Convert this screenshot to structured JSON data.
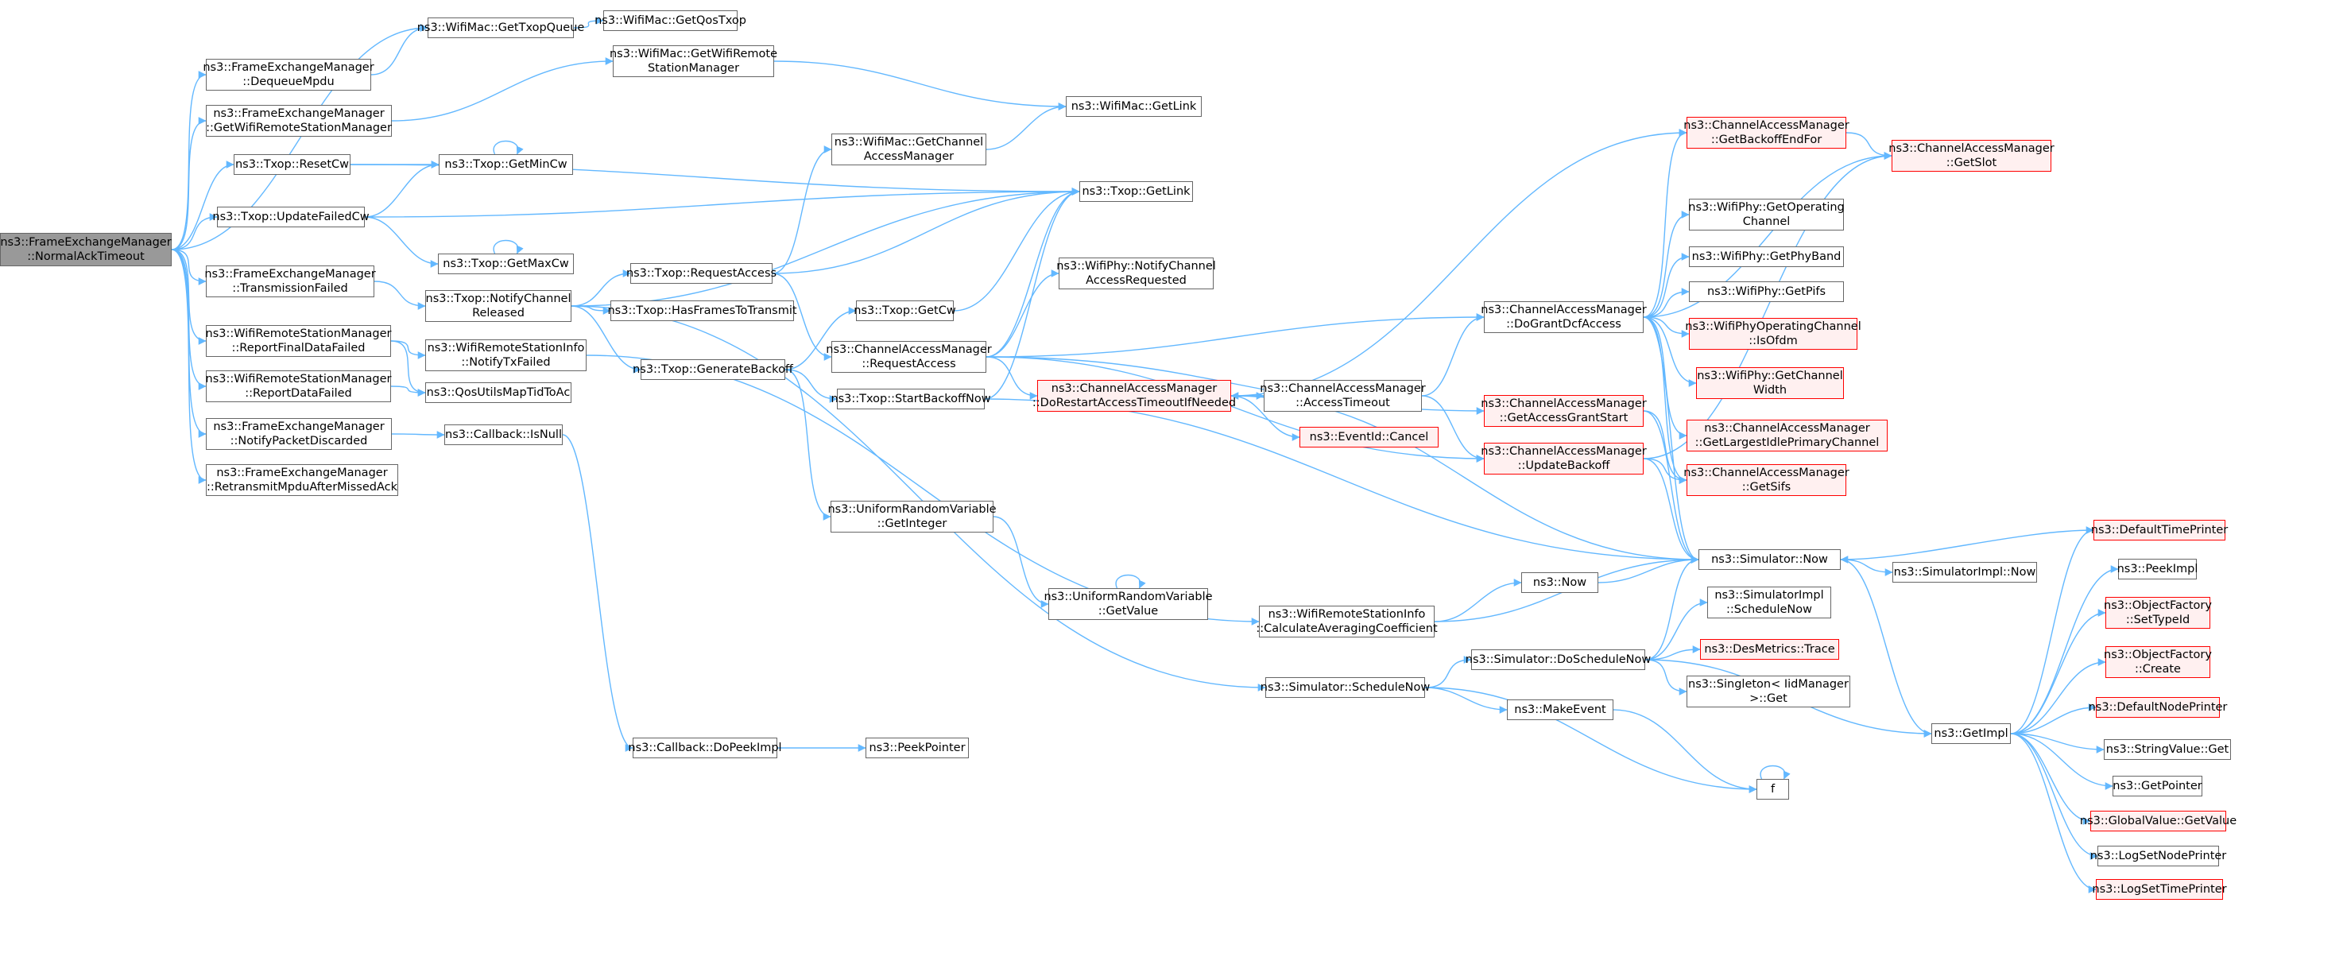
{
  "diagram": {
    "type": "call-graph",
    "edge_color": "#63b8ff",
    "node_border": "#666666",
    "root_fill": "#999999",
    "truncated_border": "#ff0000",
    "truncated_fill": "#fff0f0",
    "nodes": [
      {
        "id": "root",
        "lines": [
          "ns3::FrameExchangeManager",
          "::NormalAckTimeout"
        ],
        "root": true
      },
      {
        "id": "getTxopQueue",
        "lines": [
          "ns3::WifiMac::GetTxopQueue"
        ]
      },
      {
        "id": "getQosTxop",
        "lines": [
          "ns3::WifiMac::GetQosTxop"
        ]
      },
      {
        "id": "dequeueMpdu",
        "lines": [
          "ns3::FrameExchangeManager",
          "::DequeueMpdu"
        ]
      },
      {
        "id": "getWRSM",
        "lines": [
          "ns3::WifiMac::GetWifiRemote",
          "StationManager"
        ]
      },
      {
        "id": "fxGetWRSM",
        "lines": [
          "ns3::FrameExchangeManager",
          "::GetWifiRemoteStationManager"
        ]
      },
      {
        "id": "getLinkMac",
        "lines": [
          "ns3::WifiMac::GetLink"
        ]
      },
      {
        "id": "resetCw",
        "lines": [
          "ns3::Txop::ResetCw"
        ]
      },
      {
        "id": "getMinCw",
        "lines": [
          "ns3::Txop::GetMinCw"
        ]
      },
      {
        "id": "getChannelAM",
        "lines": [
          "ns3::WifiMac::GetChannel",
          "AccessManager"
        ]
      },
      {
        "id": "updateFailedCw",
        "lines": [
          "ns3::Txop::UpdateFailedCw"
        ]
      },
      {
        "id": "txopGetLink",
        "lines": [
          "ns3::Txop::GetLink"
        ]
      },
      {
        "id": "getMaxCw",
        "lines": [
          "ns3::Txop::GetMaxCw"
        ]
      },
      {
        "id": "transmissionFailed",
        "lines": [
          "ns3::FrameExchangeManager",
          "::TransmissionFailed"
        ]
      },
      {
        "id": "notifyChannelReleased",
        "lines": [
          "ns3::Txop::NotifyChannel",
          "Released"
        ]
      },
      {
        "id": "requestAccess",
        "lines": [
          "ns3::Txop::RequestAccess"
        ]
      },
      {
        "id": "hasFrames",
        "lines": [
          "ns3::Txop::HasFramesToTransmit"
        ]
      },
      {
        "id": "getCw",
        "lines": [
          "ns3::Txop::GetCw"
        ]
      },
      {
        "id": "notifyChannelAR",
        "lines": [
          "ns3::WifiPhy::NotifyChannel",
          "AccessRequested"
        ]
      },
      {
        "id": "reportFinalDataFailed",
        "lines": [
          "ns3::WifiRemoteStationManager",
          "::ReportFinalDataFailed"
        ]
      },
      {
        "id": "notifyTxFailed",
        "lines": [
          "ns3::WifiRemoteStationInfo",
          "::NotifyTxFailed"
        ]
      },
      {
        "id": "camRequestAccess",
        "lines": [
          "ns3::ChannelAccessManager",
          "::RequestAccess"
        ]
      },
      {
        "id": "generateBackoff",
        "lines": [
          "ns3::Txop::GenerateBackoff"
        ]
      },
      {
        "id": "reportDataFailed",
        "lines": [
          "ns3::WifiRemoteStationManager",
          "::ReportDataFailed"
        ]
      },
      {
        "id": "qosUtils",
        "lines": [
          "ns3::QosUtilsMapTidToAc"
        ]
      },
      {
        "id": "startBackoffNow",
        "lines": [
          "ns3::Txop::StartBackoffNow"
        ]
      },
      {
        "id": "notifyPacketDiscarded",
        "lines": [
          "ns3::FrameExchangeManager",
          "::NotifyPacketDiscarded"
        ]
      },
      {
        "id": "cbIsNull",
        "lines": [
          "ns3::Callback::IsNull"
        ]
      },
      {
        "id": "retransmit",
        "lines": [
          "ns3::FrameExchangeManager",
          "::RetransmitMpduAfterMissedAck"
        ]
      },
      {
        "id": "doRestart",
        "lines": [
          "ns3::ChannelAccessManager",
          "::DoRestartAccessTimeoutIfNeeded"
        ],
        "truncated": true
      },
      {
        "id": "accessTimeout",
        "lines": [
          "ns3::ChannelAccessManager",
          "::AccessTimeout"
        ]
      },
      {
        "id": "doGrantDcf",
        "lines": [
          "ns3::ChannelAccessManager",
          "::DoGrantDcfAccess"
        ]
      },
      {
        "id": "eventCancel",
        "lines": [
          "ns3::EventId::Cancel"
        ],
        "truncated": true
      },
      {
        "id": "getAccessGrantStart",
        "lines": [
          "ns3::ChannelAccessManager",
          "::GetAccessGrantStart"
        ],
        "truncated": true
      },
      {
        "id": "updateBackoff",
        "lines": [
          "ns3::ChannelAccessManager",
          "::UpdateBackoff"
        ],
        "truncated": true
      },
      {
        "id": "getBackoffEndFor",
        "lines": [
          "ns3::ChannelAccessManager",
          "::GetBackoffEndFor"
        ],
        "truncated": true
      },
      {
        "id": "getSlot",
        "lines": [
          "ns3::ChannelAccessManager",
          "::GetSlot"
        ],
        "truncated": true
      },
      {
        "id": "getOperatingChannel",
        "lines": [
          "ns3::WifiPhy::GetOperating",
          "Channel"
        ]
      },
      {
        "id": "getPhyBand",
        "lines": [
          "ns3::WifiPhy::GetPhyBand"
        ]
      },
      {
        "id": "getPifs",
        "lines": [
          "ns3::WifiPhy::GetPifs"
        ]
      },
      {
        "id": "isOfdm",
        "lines": [
          "ns3::WifiPhyOperatingChannel",
          "::IsOfdm"
        ],
        "truncated": true
      },
      {
        "id": "getChannelWidth",
        "lines": [
          "ns3::WifiPhy::GetChannel",
          "Width"
        ],
        "truncated": true
      },
      {
        "id": "getLargestIdle",
        "lines": [
          "ns3::ChannelAccessManager",
          "::GetLargestIdlePrimaryChannel"
        ],
        "truncated": true
      },
      {
        "id": "getSifs",
        "lines": [
          "ns3::ChannelAccessManager",
          "::GetSifs"
        ],
        "truncated": true
      },
      {
        "id": "simNow",
        "lines": [
          "ns3::Simulator::Now"
        ]
      },
      {
        "id": "defaultTimePrinter",
        "lines": [
          "ns3::DefaultTimePrinter"
        ],
        "truncated": true
      },
      {
        "id": "simImplNow",
        "lines": [
          "ns3::SimulatorImpl::Now"
        ]
      },
      {
        "id": "peekImpl",
        "lines": [
          "ns3::PeekImpl"
        ]
      },
      {
        "id": "uniformGetInteger",
        "lines": [
          "ns3::UniformRandomVariable",
          "::GetInteger"
        ]
      },
      {
        "id": "uniformGetValue",
        "lines": [
          "ns3::UniformRandomVariable",
          "::GetValue"
        ]
      },
      {
        "id": "ns3Now",
        "lines": [
          "ns3::Now"
        ]
      },
      {
        "id": "calcAvg",
        "lines": [
          "ns3::WifiRemoteStationInfo",
          "::CalculateAveragingCoefficient"
        ]
      },
      {
        "id": "simImplScheduleNow",
        "lines": [
          "ns3::SimulatorImpl",
          "::ScheduleNow"
        ]
      },
      {
        "id": "setTypeId",
        "lines": [
          "ns3::ObjectFactory",
          "::SetTypeId"
        ],
        "truncated": true
      },
      {
        "id": "doScheduleNow",
        "lines": [
          "ns3::Simulator::DoScheduleNow"
        ]
      },
      {
        "id": "desMetrics",
        "lines": [
          "ns3::DesMetrics::Trace"
        ],
        "truncated": true
      },
      {
        "id": "ofCreate",
        "lines": [
          "ns3::ObjectFactory",
          "::Create"
        ],
        "truncated": true
      },
      {
        "id": "simScheduleNow",
        "lines": [
          "ns3::Simulator::ScheduleNow"
        ]
      },
      {
        "id": "singleton",
        "lines": [
          "ns3::Singleton< IidManager",
          ">::Get"
        ]
      },
      {
        "id": "defaultNodePrinter",
        "lines": [
          "ns3::DefaultNodePrinter"
        ],
        "truncated": true
      },
      {
        "id": "makeEvent",
        "lines": [
          "ns3::MakeEvent"
        ]
      },
      {
        "id": "cbDoPeekImpl",
        "lines": [
          "ns3::Callback::DoPeekImpl"
        ]
      },
      {
        "id": "peekPointer",
        "lines": [
          "ns3::PeekPointer"
        ]
      },
      {
        "id": "getImpl",
        "lines": [
          "ns3::GetImpl"
        ]
      },
      {
        "id": "stringValueGet",
        "lines": [
          "ns3::StringValue::Get"
        ]
      },
      {
        "id": "getPointer",
        "lines": [
          "ns3::GetPointer"
        ]
      },
      {
        "id": "f",
        "lines": [
          "f"
        ]
      },
      {
        "id": "globalValueGetValue",
        "lines": [
          "ns3::GlobalValue::GetValue"
        ],
        "truncated": true
      },
      {
        "id": "logSetNodePrinter",
        "lines": [
          "ns3::LogSetNodePrinter"
        ]
      },
      {
        "id": "logSetTimePrinter",
        "lines": [
          "ns3::LogSetTimePrinter"
        ],
        "truncated": true
      }
    ],
    "edges": [
      [
        "root",
        "getTxopQueue"
      ],
      [
        "root",
        "dequeueMpdu"
      ],
      [
        "root",
        "fxGetWRSM"
      ],
      [
        "root",
        "resetCw"
      ],
      [
        "root",
        "updateFailedCw"
      ],
      [
        "root",
        "transmissionFailed"
      ],
      [
        "root",
        "reportFinalDataFailed"
      ],
      [
        "root",
        "reportDataFailed"
      ],
      [
        "root",
        "notifyPacketDiscarded"
      ],
      [
        "root",
        "retransmit"
      ],
      [
        "getTxopQueue",
        "getQosTxop"
      ],
      [
        "dequeueMpdu",
        "getTxopQueue"
      ],
      [
        "fxGetWRSM",
        "getWRSM"
      ],
      [
        "getWRSM",
        "getLinkMac"
      ],
      [
        "resetCw",
        "getMinCw"
      ],
      [
        "resetCw",
        "txopGetLink"
      ],
      [
        "getMinCw",
        "getMinCw"
      ],
      [
        "getMaxCw",
        "getMaxCw"
      ],
      [
        "updateFailedCw",
        "getMinCw"
      ],
      [
        "updateFailedCw",
        "txopGetLink"
      ],
      [
        "updateFailedCw",
        "getMaxCw"
      ],
      [
        "transmissionFailed",
        "notifyChannelReleased"
      ],
      [
        "notifyChannelReleased",
        "requestAccess"
      ],
      [
        "notifyChannelReleased",
        "hasFrames"
      ],
      [
        "notifyChannelReleased",
        "generateBackoff"
      ],
      [
        "notifyChannelReleased",
        "txopGetLink"
      ],
      [
        "notifyChannelReleased",
        "simScheduleNow"
      ],
      [
        "requestAccess",
        "getChannelAM"
      ],
      [
        "requestAccess",
        "txopGetLink"
      ],
      [
        "requestAccess",
        "camRequestAccess"
      ],
      [
        "getChannelAM",
        "getLinkMac"
      ],
      [
        "generateBackoff",
        "getCw"
      ],
      [
        "generateBackoff",
        "startBackoffNow"
      ],
      [
        "generateBackoff",
        "uniformGetInteger"
      ],
      [
        "getCw",
        "txopGetLink"
      ],
      [
        "camRequestAccess",
        "txopGetLink"
      ],
      [
        "camRequestAccess",
        "notifyChannelAR"
      ],
      [
        "camRequestAccess",
        "doRestart"
      ],
      [
        "camRequestAccess",
        "doGrantDcf"
      ],
      [
        "camRequestAccess",
        "getAccessGrantStart"
      ],
      [
        "camRequestAccess",
        "updateBackoff"
      ],
      [
        "reportFinalDataFailed",
        "notifyTxFailed"
      ],
      [
        "reportFinalDataFailed",
        "qosUtils"
      ],
      [
        "reportDataFailed",
        "qosUtils"
      ],
      [
        "notifyTxFailed",
        "calcAvg"
      ],
      [
        "startBackoffNow",
        "txopGetLink"
      ],
      [
        "startBackoffNow",
        "simNow"
      ],
      [
        "notifyPacketDiscarded",
        "cbIsNull"
      ],
      [
        "cbIsNull",
        "cbDoPeekImpl"
      ],
      [
        "cbDoPeekImpl",
        "peekPointer"
      ],
      [
        "doRestart",
        "getBackoffEndFor"
      ],
      [
        "doRestart",
        "accessTimeout"
      ],
      [
        "doRestart",
        "eventCancel"
      ],
      [
        "doRestart",
        "simNow"
      ],
      [
        "accessTimeout",
        "doGrantDcf"
      ],
      [
        "accessTimeout",
        "doRestart"
      ],
      [
        "accessTimeout",
        "updateBackoff"
      ],
      [
        "doGrantDcf",
        "getBackoffEndFor"
      ],
      [
        "doGrantDcf",
        "getSlot"
      ],
      [
        "doGrantDcf",
        "getOperatingChannel"
      ],
      [
        "doGrantDcf",
        "getPhyBand"
      ],
      [
        "doGrantDcf",
        "getPifs"
      ],
      [
        "doGrantDcf",
        "isOfdm"
      ],
      [
        "doGrantDcf",
        "getChannelWidth"
      ],
      [
        "doGrantDcf",
        "getLargestIdle"
      ],
      [
        "doGrantDcf",
        "getSifs"
      ],
      [
        "doGrantDcf",
        "simNow"
      ],
      [
        "getAccessGrantStart",
        "getSifs"
      ],
      [
        "getAccessGrantStart",
        "simNow"
      ],
      [
        "updateBackoff",
        "getSifs"
      ],
      [
        "updateBackoff",
        "simNow"
      ],
      [
        "updateBackoff",
        "getSlot"
      ],
      [
        "getBackoffEndFor",
        "getSlot"
      ],
      [
        "uniformGetInteger",
        "uniformGetValue"
      ],
      [
        "uniformGetValue",
        "uniformGetValue"
      ],
      [
        "calcAvg",
        "ns3Now"
      ],
      [
        "calcAvg",
        "simNow"
      ],
      [
        "ns3Now",
        "simNow"
      ],
      [
        "simNow",
        "simImplNow"
      ],
      [
        "simNow",
        "getImpl"
      ],
      [
        "defaultTimePrinter",
        "simNow"
      ],
      [
        "simScheduleNow",
        "doScheduleNow"
      ],
      [
        "simScheduleNow",
        "makeEvent"
      ],
      [
        "simScheduleNow",
        "f"
      ],
      [
        "doScheduleNow",
        "simNow"
      ],
      [
        "doScheduleNow",
        "simImplScheduleNow"
      ],
      [
        "doScheduleNow",
        "desMetrics"
      ],
      [
        "doScheduleNow",
        "singleton"
      ],
      [
        "doScheduleNow",
        "getImpl"
      ],
      [
        "makeEvent",
        "f"
      ],
      [
        "f",
        "f"
      ],
      [
        "getImpl",
        "defaultTimePrinter"
      ],
      [
        "getImpl",
        "peekImpl"
      ],
      [
        "getImpl",
        "setTypeId"
      ],
      [
        "getImpl",
        "ofCreate"
      ],
      [
        "getImpl",
        "defaultNodePrinter"
      ],
      [
        "getImpl",
        "stringValueGet"
      ],
      [
        "getImpl",
        "getPointer"
      ],
      [
        "getImpl",
        "globalValueGetValue"
      ],
      [
        "getImpl",
        "logSetNodePrinter"
      ],
      [
        "getImpl",
        "logSetTimePrinter"
      ]
    ]
  }
}
